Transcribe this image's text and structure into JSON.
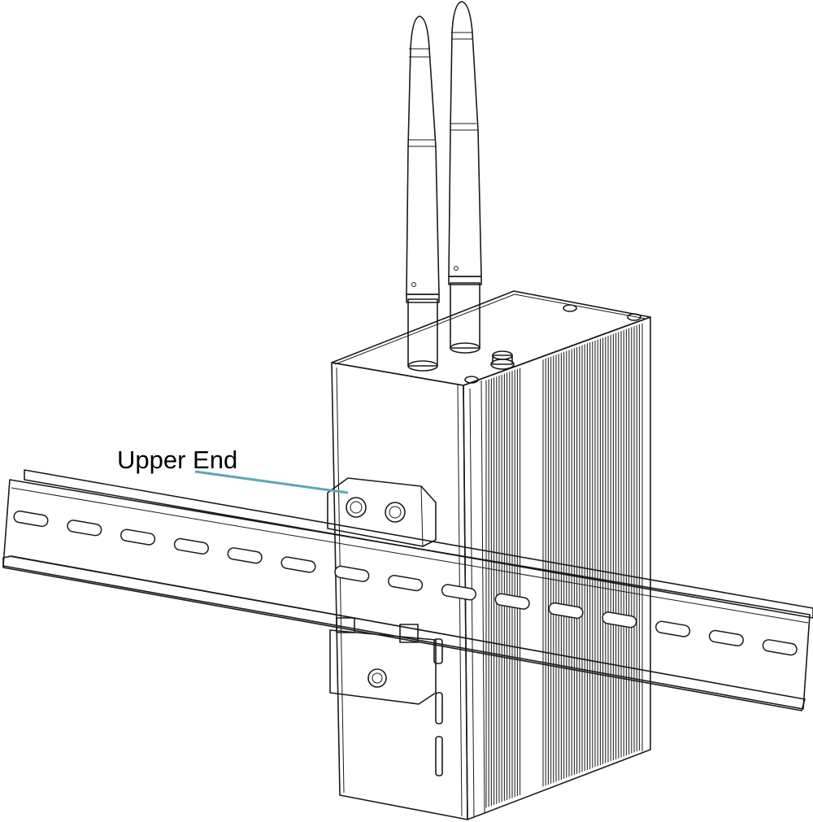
{
  "diagram": {
    "callout": {
      "label": "Upper End"
    },
    "colors": {
      "callout_line": "#5aa8b4",
      "rail_fill": "#f7f6f1",
      "outline": "#1a1a1a",
      "fins": "#2a2a2a"
    },
    "parts": [
      "antenna-left",
      "antenna-right",
      "device-body",
      "heatsink-fins",
      "din-rail",
      "upper-clip",
      "lower-clip"
    ]
  }
}
